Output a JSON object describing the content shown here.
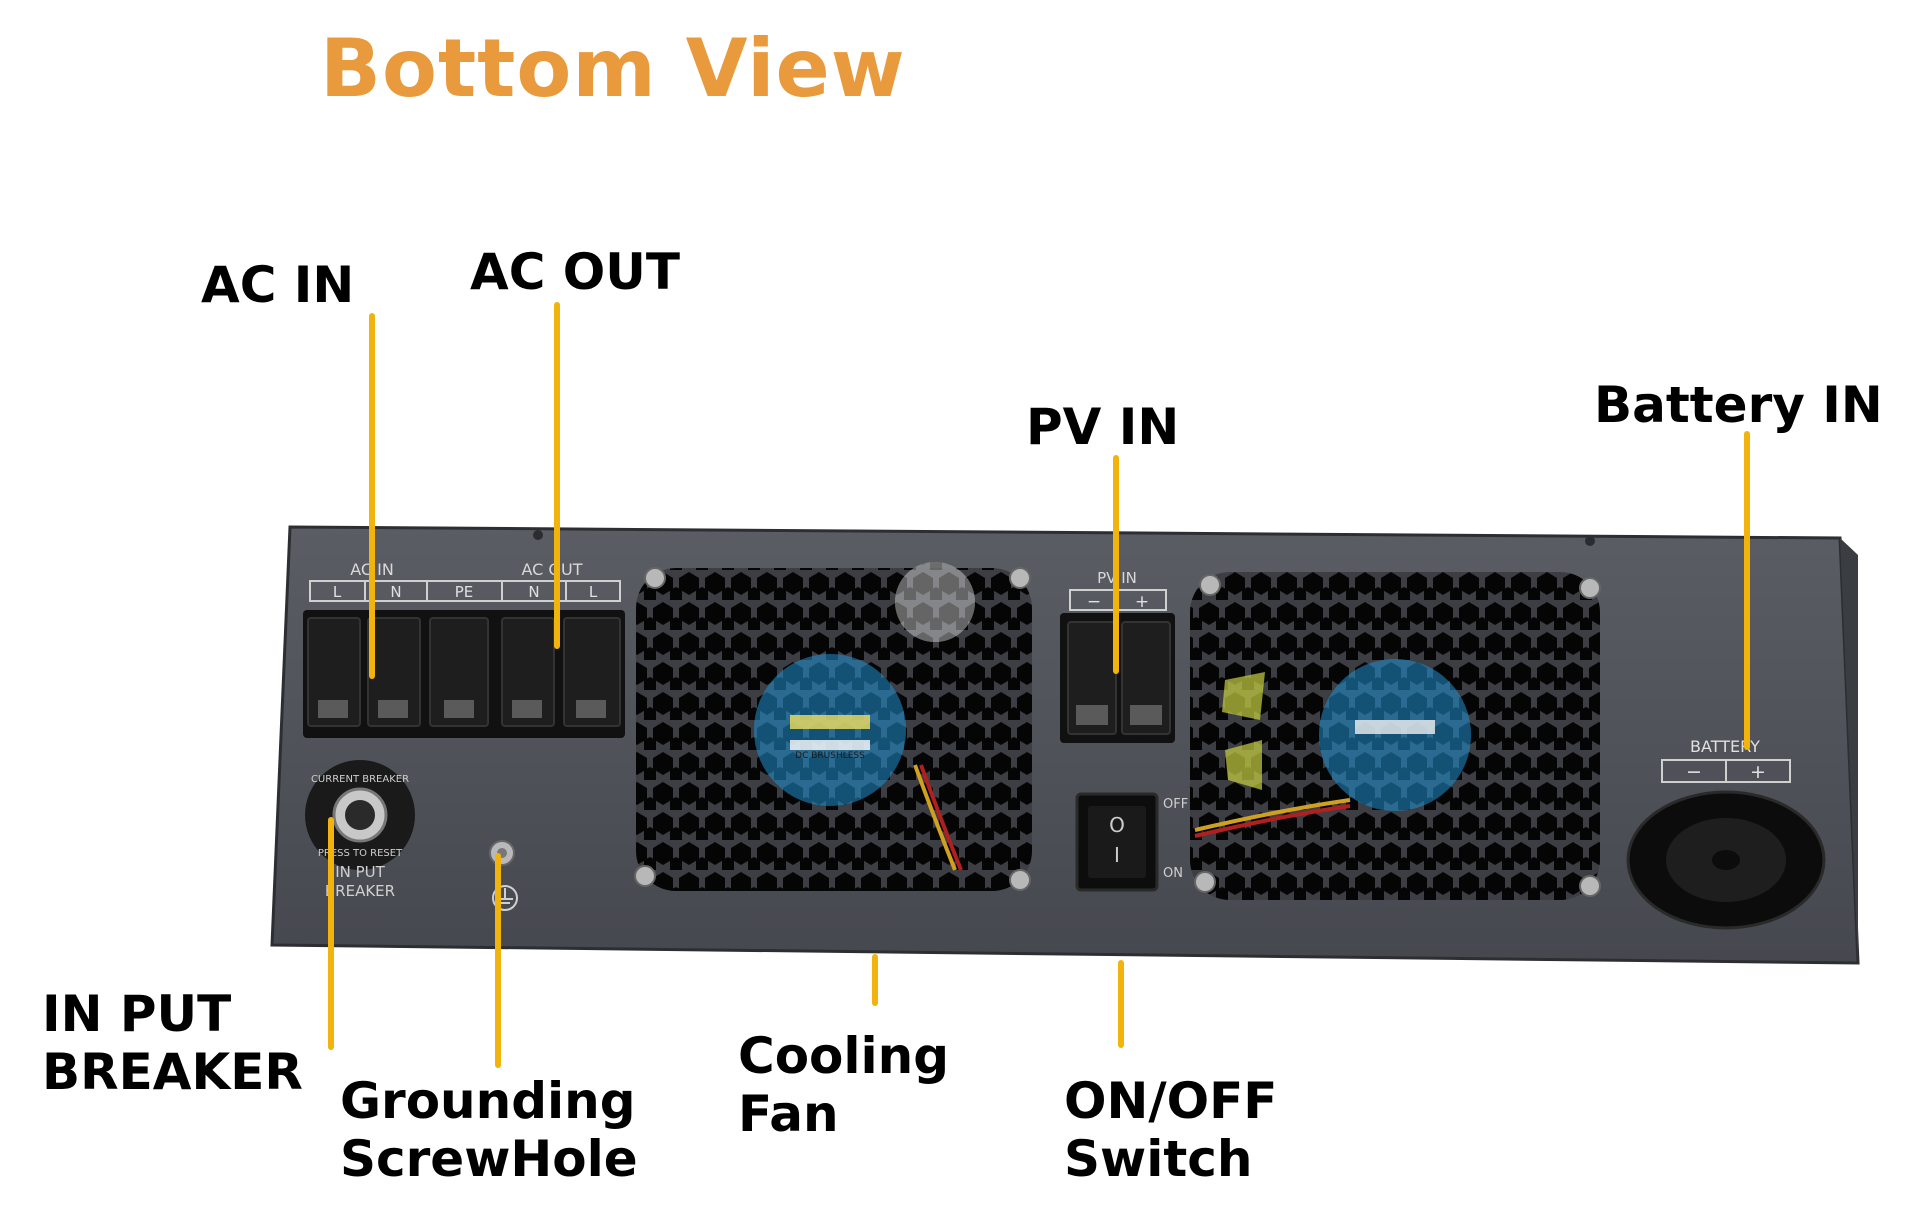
{
  "title": "Bottom View",
  "callouts": {
    "ac_in": "AC IN",
    "ac_out": "AC OUT",
    "pv_in": "PV IN",
    "battery_in": "Battery IN",
    "input_breaker": [
      "IN PUT",
      "BREAKER"
    ],
    "grounding": [
      "Grounding",
      "ScrewHole"
    ],
    "cooling_fan": [
      "Cooling",
      "Fan"
    ],
    "switch": [
      "ON/OFF",
      "Switch"
    ]
  },
  "panel": {
    "ac_in_label": "AC IN",
    "ac_out_label": "AC OUT",
    "terminals": [
      "L",
      "N",
      "PE",
      "N",
      "L"
    ],
    "pv_label": "PV IN",
    "pv_terminals": [
      "−",
      "+"
    ],
    "switch_off": "OFF",
    "switch_on": "ON",
    "switch_symbols": [
      "O",
      "I"
    ],
    "breaker_ring": "CURRENT BREAKER",
    "breaker_ring2": "PRESS TO RESET",
    "breaker_label": [
      "IN PUT",
      "BREAKER"
    ],
    "battery_label": "BATTERY",
    "battery_terminals": [
      "−",
      "+"
    ],
    "fan_sticker": "DC BRUSHLESS"
  },
  "colors": {
    "title": "#e89a3d",
    "leader": "#f2b40c",
    "panel": "#4e5158"
  }
}
